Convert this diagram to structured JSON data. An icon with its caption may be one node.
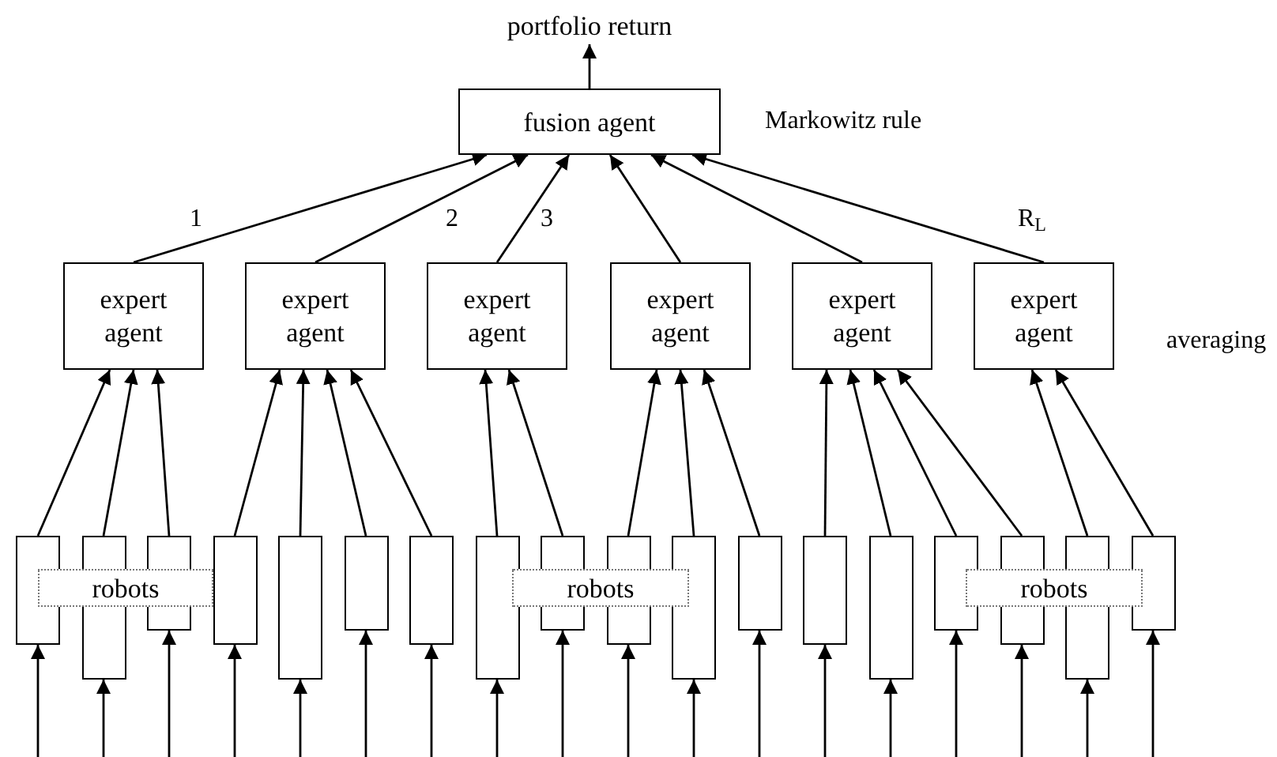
{
  "diagram": {
    "nodes": [
      {
        "text": [
          "portfolio return"
        ]
      },
      {
        "text": [
          "fusion agent"
        ],
        "beside": [
          "Markowitz rule"
        ]
      },
      {
        "text": [
          "expert agent"
        ]
      },
      {
        "text": [
          "expert agent"
        ]
      },
      {
        "text": [
          "expert agent"
        ]
      },
      {
        "text": [
          "expert agent"
        ]
      },
      {
        "text": [
          "expert agent"
        ]
      },
      {
        "text": [
          "expert agent"
        ],
        "beside": [
          "averaging"
        ]
      },
      {
        "text": [],
        "shape": "box"
      },
      {
        "text": [],
        "shape": "box"
      },
      {
        "text": [],
        "shape": "box"
      },
      {
        "text": [],
        "shape": "box"
      },
      {
        "text": [],
        "shape": "box"
      },
      {
        "text": [],
        "shape": "box"
      },
      {
        "text": [],
        "shape": "box"
      },
      {
        "text": [],
        "shape": "box"
      },
      {
        "text": [],
        "shape": "box"
      },
      {
        "text": [],
        "shape": "box"
      },
      {
        "text": [],
        "shape": "box"
      },
      {
        "text": [],
        "shape": "box"
      },
      {
        "text": [],
        "shape": "box"
      },
      {
        "text": [],
        "shape": "box"
      },
      {
        "text": [],
        "shape": "box"
      },
      {
        "text": [],
        "shape": "box"
      },
      {
        "text": [],
        "shape": "box"
      },
      {
        "text": [],
        "shape": "box"
      },
      {
        "text": [
          "robots"
        ]
      },
      {
        "text": [
          "robots"
        ]
      },
      {
        "text": [
          "robots"
        ]
      }
    ],
    "edges": [
      {
        "from": 1,
        "to": 0,
        "arrow": "to"
      },
      {
        "from": 2,
        "to": 1,
        "arrow": "to",
        "label": "1"
      },
      {
        "from": 3,
        "to": 1,
        "arrow": "to",
        "label": "2"
      },
      {
        "from": 4,
        "to": 1,
        "arrow": "to",
        "label": "3"
      },
      {
        "from": 5,
        "to": 1,
        "arrow": "to"
      },
      {
        "from": 6,
        "to": 1,
        "arrow": "to"
      },
      {
        "from": 7,
        "to": 1,
        "arrow": "to",
        "label": "R$_{L}$"
      },
      {
        "from": 8,
        "to": 2,
        "arrow": "to"
      },
      {
        "from": 9,
        "to": 2,
        "arrow": "to"
      },
      {
        "from": 10,
        "to": 2,
        "arrow": "to"
      },
      {
        "from": 11,
        "to": 3,
        "arrow": "to"
      },
      {
        "from": 12,
        "to": 3,
        "arrow": "to"
      },
      {
        "from": 13,
        "to": 3,
        "arrow": "to"
      },
      {
        "from": 14,
        "to": 3,
        "arrow": "to"
      },
      {
        "from": 15,
        "to": 4,
        "arrow": "to"
      },
      {
        "from": 16,
        "to": 4,
        "arrow": "to"
      },
      {
        "from": 17,
        "to": 5,
        "arrow": "to"
      },
      {
        "from": 18,
        "to": 5,
        "arrow": "to"
      },
      {
        "from": 19,
        "to": 5,
        "arrow": "to"
      },
      {
        "from": 20,
        "to": 6,
        "arrow": "to"
      },
      {
        "from": 21,
        "to": 6,
        "arrow": "to"
      },
      {
        "from": 22,
        "to": 6,
        "arrow": "to"
      },
      {
        "from": 23,
        "to": 6,
        "arrow": "to"
      },
      {
        "from": 24,
        "to": 7,
        "arrow": "to"
      },
      {
        "from": 25,
        "to": 7,
        "arrow": "to"
      },
      {
        "from": null,
        "to": 8,
        "arrow": "to"
      },
      {
        "from": null,
        "to": 9,
        "arrow": "to"
      },
      {
        "from": null,
        "to": 10,
        "arrow": "to"
      },
      {
        "from": null,
        "to": 11,
        "arrow": "to"
      },
      {
        "from": null,
        "to": 12,
        "arrow": "to"
      },
      {
        "from": null,
        "to": 13,
        "arrow": "to"
      },
      {
        "from": null,
        "to": 14,
        "arrow": "to"
      },
      {
        "from": null,
        "to": 15,
        "arrow": "to"
      },
      {
        "from": null,
        "to": 16,
        "arrow": "to"
      },
      {
        "from": null,
        "to": 17,
        "arrow": "to"
      },
      {
        "from": null,
        "to": 18,
        "arrow": "to"
      },
      {
        "from": null,
        "to": 19,
        "arrow": "to"
      },
      {
        "from": null,
        "to": 20,
        "arrow": "to"
      },
      {
        "from": null,
        "to": 21,
        "arrow": "to"
      },
      {
        "from": null,
        "to": 22,
        "arrow": "to"
      },
      {
        "from": null,
        "to": 23,
        "arrow": "to"
      },
      {
        "from": null,
        "to": 24,
        "arrow": "to"
      },
      {
        "from": null,
        "to": 25,
        "arrow": "to"
      }
    ]
  }
}
